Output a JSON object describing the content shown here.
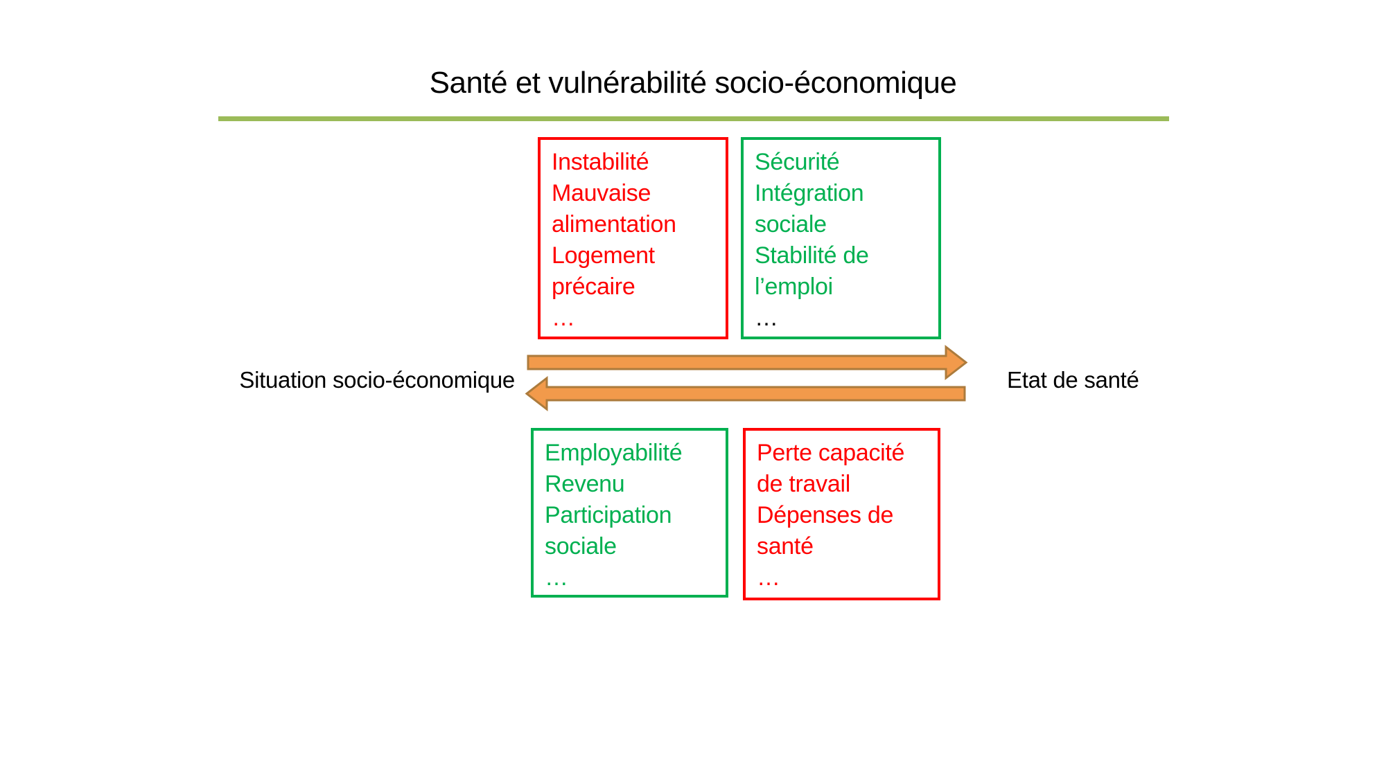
{
  "title": {
    "text": "Santé et vulnérabilité socio-économique"
  },
  "labels": {
    "left": "Situation socio-économique",
    "right": "Etat de santé"
  },
  "boxes": {
    "top_left": {
      "lines": [
        "Instabilité",
        "Mauvaise",
        "alimentation",
        "Logement",
        "précaire",
        "…"
      ]
    },
    "top_right": {
      "lines": [
        "Sécurité",
        "Intégration",
        "sociale",
        "Stabilité de",
        "l’emploi",
        "…"
      ]
    },
    "bottom_left": {
      "lines": [
        "Employabilité",
        "Revenu",
        "Participation",
        "sociale",
        "…"
      ]
    },
    "bottom_right": {
      "lines": [
        "Perte capacité",
        "de travail",
        "Dépenses de",
        "santé",
        "…"
      ]
    }
  },
  "colors": {
    "red": "#FF0000",
    "green": "#00B050",
    "black": "#000000",
    "underline_green": "#9BBB59",
    "arrow_fill": "#F29A4B",
    "arrow_border": "#AC7B3C"
  }
}
